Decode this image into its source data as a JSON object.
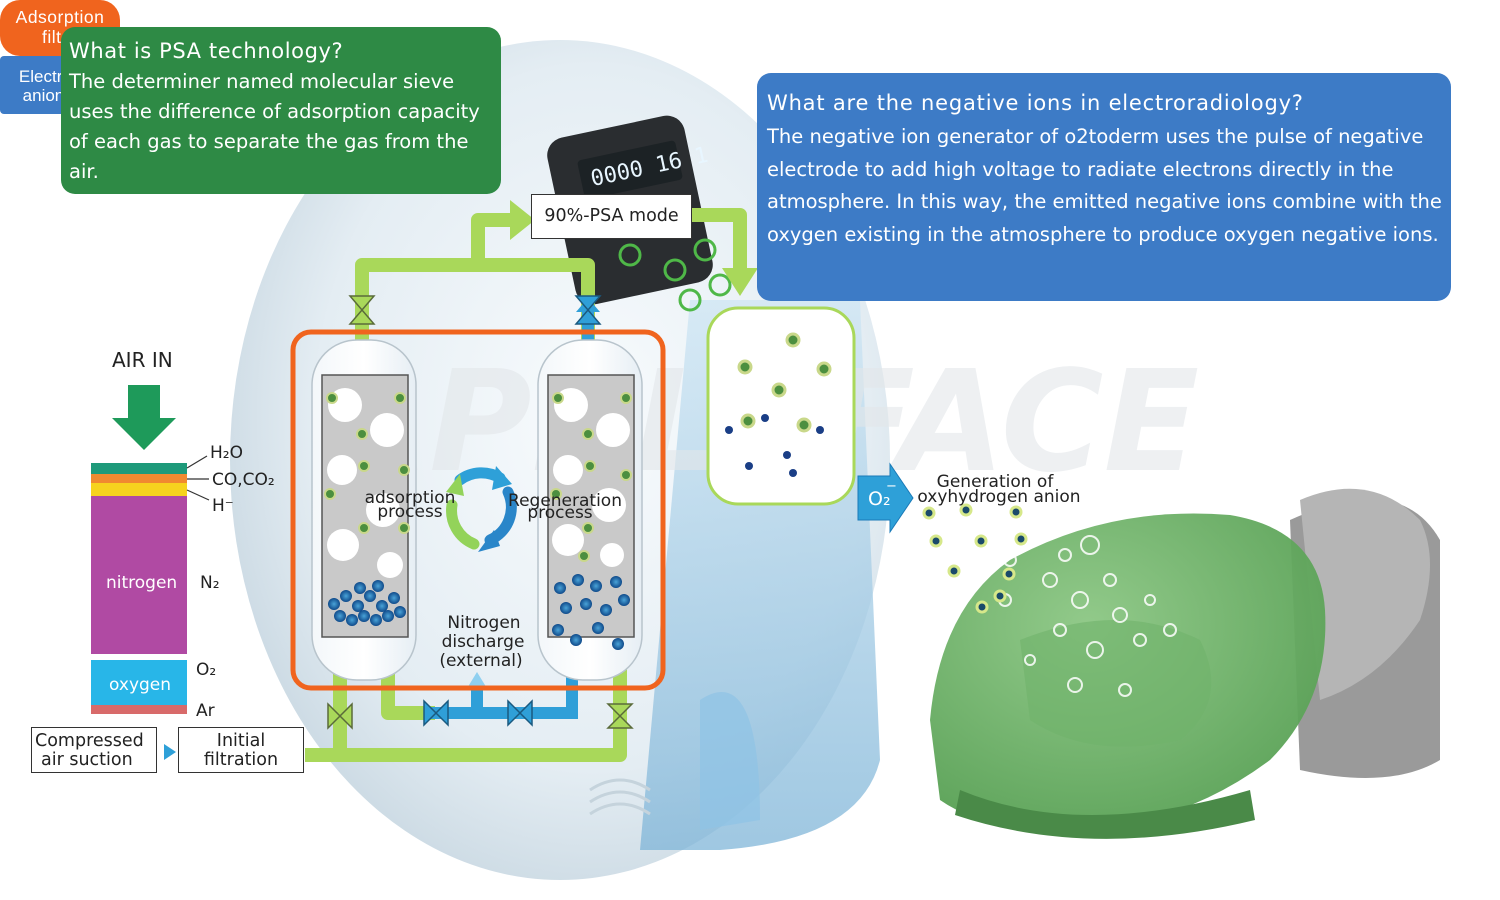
{
  "psa_callout": {
    "question": "What is PSA technology?",
    "answer": "The determiner named molecular sieve uses the difference of adsorption capacity of each gas to separate the gas from the air."
  },
  "ion_callout": {
    "question": "What are the negative ions in electroradiology?",
    "answer": "The negative ion generator of o2toderm uses the pulse of negative electrode to add high voltage to radiate electrons directly in the atmosphere. In this way, the emitted negative ions combine with the oxygen existing in the atmosphere to produce oxygen negative ions."
  },
  "device_display": {
    "readout": "0000 16 1"
  },
  "air_column": {
    "air_in": "AIR IN",
    "h2o": "H₂O",
    "co_co2": "CO,CO₂",
    "h_minus": "H⁻",
    "nitrogen": "nitrogen",
    "n2": "N₂",
    "o2": "O₂",
    "oxygen": "oxygen",
    "ar": "Ar"
  },
  "flow_steps": {
    "compressed": [
      "Compressed",
      "air suction"
    ],
    "initial": [
      "Initial",
      "filtration"
    ]
  },
  "psa": {
    "mode_label": "90%-PSA mode",
    "adsorption_filter": [
      "Adsorption",
      "filter"
    ],
    "adsorption_process": [
      "adsorption",
      "process"
    ],
    "regeneration_process": [
      "Regeneration",
      "process"
    ],
    "nitrogen_discharge": [
      "Nitrogen",
      "discharge",
      "(external)"
    ]
  },
  "ion_section": {
    "electron_emission": [
      "Electron emission",
      "anion generation"
    ],
    "o2_symbol": "O₂",
    "o2_charge": "−",
    "generation": [
      "Generation of",
      "oxyhydrogen anion"
    ]
  },
  "watermark": "APPLEFACE",
  "colors": {
    "green_callout": "#2e8a45",
    "blue_callout": "#3d7bc6",
    "orange_frame": "#f0641e",
    "pipe_green": "#a9d85a",
    "pipe_blue": "#2f9fd8",
    "nitrogen_band": "#b04aa3",
    "oxygen_band": "#28b6e8",
    "mask_green": "#5fae5a"
  }
}
